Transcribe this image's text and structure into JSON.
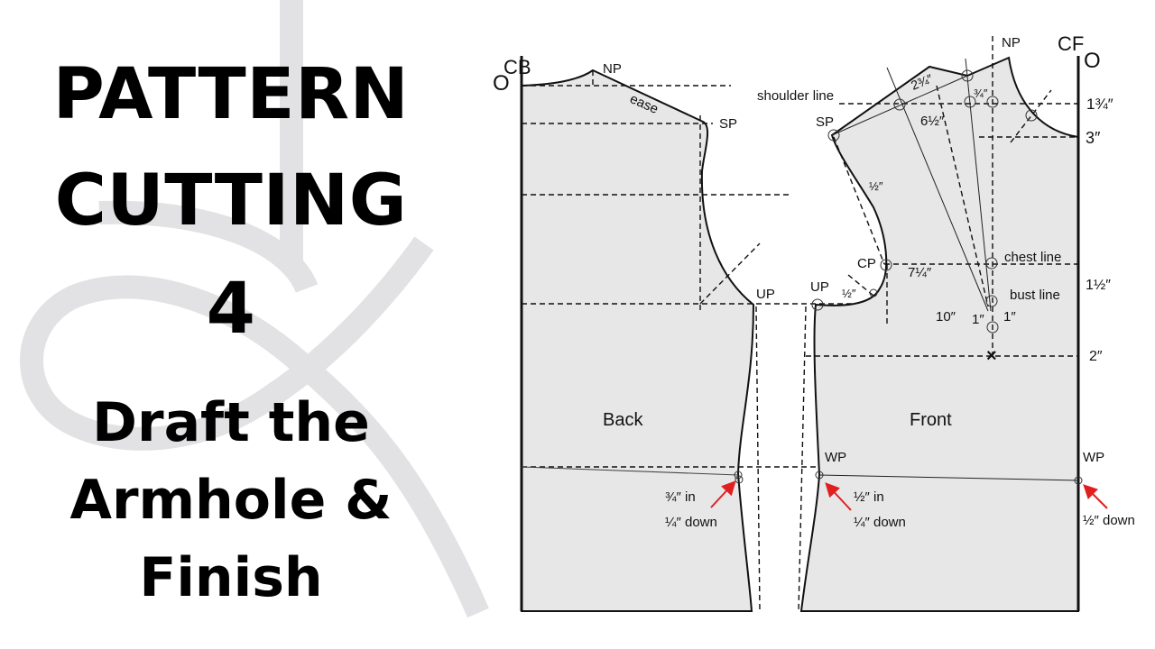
{
  "title": {
    "line1": "PATTERN",
    "line2": "CUTTING",
    "number": "4",
    "subtitle_line1": "Draft the",
    "subtitle_line2": "Armhole &",
    "subtitle_line3": "Finish"
  },
  "colors": {
    "background": "#ffffff",
    "watermark": "#e2e2e4",
    "pattern_fill": "#e7e7e8",
    "ink": "#111111",
    "arrow": "#e02020"
  },
  "diagram": {
    "back": {
      "label": "Back",
      "cb_label": "CB",
      "origin_label": "O",
      "np_label": "NP",
      "ease_label": "ease",
      "sp_label": "SP",
      "up_label": "UP",
      "waist_note_in": "¾″ in",
      "waist_note_down": "¼″ down"
    },
    "front": {
      "label": "Front",
      "cf_label": "CF",
      "origin_label": "O",
      "np_label": "NP",
      "sp_label": "SP",
      "cp_label": "CP",
      "up_label": "UP",
      "wp_label": "WP",
      "shoulder_line_label": "shoulder line",
      "chest_line_label": "chest line",
      "bust_line_label": "bust line",
      "m_2_3_4": "2¾″",
      "m_3_4": "¾″",
      "m_6_1_2": "6½″",
      "m_half_armhole": "½″",
      "m_7_1_4": "7¼″",
      "m_half_up": "½″",
      "m_10": "10″",
      "m_1_left": "1″",
      "m_1_right": "1″",
      "waist_note_in": "½″ in",
      "waist_note_down": "¼″ down"
    },
    "cf_measurements": {
      "m_1_3_4": "1¾″",
      "m_3": "3″",
      "m_1_1_2": "1½″",
      "m_2": "2″",
      "wp_label": "WP",
      "waist_note_down": "½″ down"
    }
  }
}
